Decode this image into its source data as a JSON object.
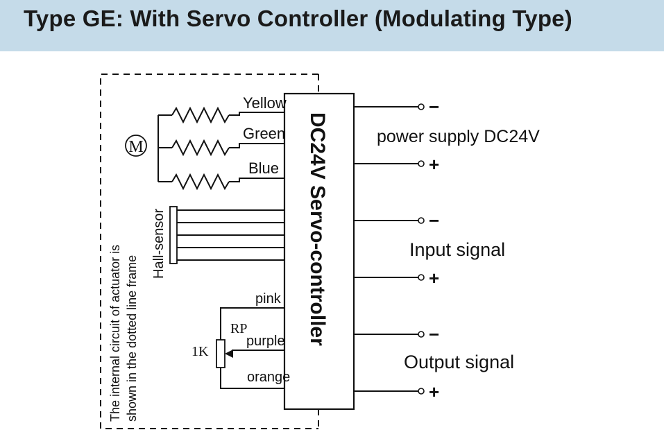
{
  "header": {
    "title": "Type GE:  With Servo Controller (Modulating Type)",
    "background": "#c5dbe9"
  },
  "diagram": {
    "controller_label": "DC24V Servo-controller",
    "motor_symbol": "M",
    "wires": {
      "yellow": "Yellow",
      "green": "Green",
      "blue": "Blue"
    },
    "hall_sensor_label": "Hall-sensor",
    "pot": {
      "pink": "pink",
      "purple": "purple",
      "orange": "orange",
      "rp": "RP",
      "value": "1K"
    },
    "frame_note_line1": "The internal circuit of actuator is",
    "frame_note_line2": "shown in the dotted line frame",
    "power_label": "power supply DC24V",
    "input_label": "Input signal",
    "output_label": "Output signal",
    "minus": "−",
    "plus": "+"
  }
}
